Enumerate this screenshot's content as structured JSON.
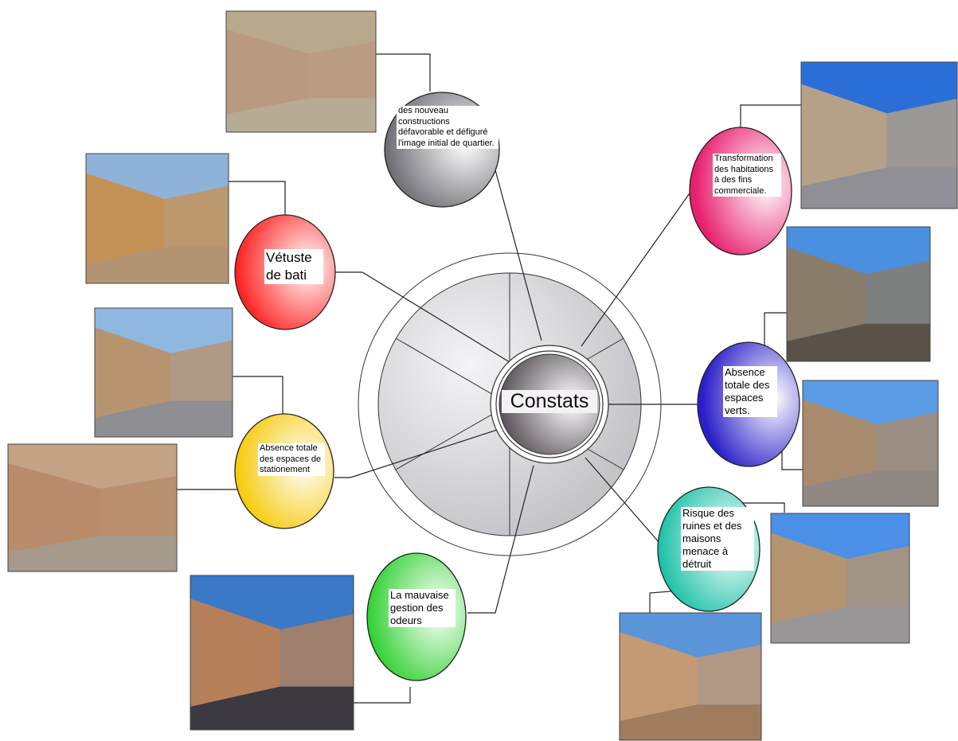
{
  "center": {
    "label": "Constats"
  },
  "nodes": [
    {
      "id": "nouveaux",
      "label": "des nouveau constructions défavorable et défiguré l'image initial de quartier.",
      "color": "#6b6b72"
    },
    {
      "id": "vetuste",
      "label": "Vétuste de bati",
      "color": "#ff2a2a"
    },
    {
      "id": "stationement",
      "label": "Absence totale des espaces de stationement",
      "color": "#ffd21a"
    },
    {
      "id": "odeurs",
      "label": "La mauvaise gestion des odeurs",
      "color": "#3fd63f"
    },
    {
      "id": "transformation",
      "label": "Transformation des habitations à des fins commerciale.",
      "color": "#e8307a"
    },
    {
      "id": "verts",
      "label": "Absence totale des espaces verts.",
      "color": "#3b2fd0"
    },
    {
      "id": "ruines",
      "label": "Risque des ruines et des maisons menace à détruit",
      "color": "#27c9b4"
    }
  ],
  "photos": [
    {
      "name": "street-photo-truck",
      "sky": "#b9a98c",
      "ground": "#b7ab94",
      "wall": "#b99a80"
    },
    {
      "name": "street-photo-old-alley",
      "sky": "#8fb2d8",
      "ground": "#b39472",
      "wall": "#c49257"
    },
    {
      "name": "street-photo-empty-road",
      "sky": "#8fb7e0",
      "ground": "#8e8e93",
      "wall": "#b79470"
    },
    {
      "name": "aerial-photo-neighborhood",
      "sky": "#c3a285",
      "ground": "#a59a8c",
      "wall": "#b88c6a"
    },
    {
      "name": "street-photo-shadowed-wall",
      "sky": "#3a78c8",
      "ground": "#3c3a40",
      "wall": "#b6805a"
    },
    {
      "name": "street-photo-tall-buildings",
      "sky": "#2c6ed8",
      "ground": "#8f8f95",
      "wall": "#b5a188"
    },
    {
      "name": "street-photo-vacant-lot",
      "sky": "#4a8fe0",
      "ground": "#5a5148",
      "wall": "#8a7c6a"
    },
    {
      "name": "street-photo-dusty-road",
      "sky": "#5a9be6",
      "ground": "#8f8883",
      "wall": "#a88a6e"
    },
    {
      "name": "street-photo-lamp-post",
      "sky": "#4b8fe6",
      "ground": "#9a9698",
      "wall": "#b59470"
    },
    {
      "name": "street-photo-ruined-house",
      "sky": "#5a95d8",
      "ground": "#a07c5e",
      "wall": "#c49a74"
    }
  ]
}
